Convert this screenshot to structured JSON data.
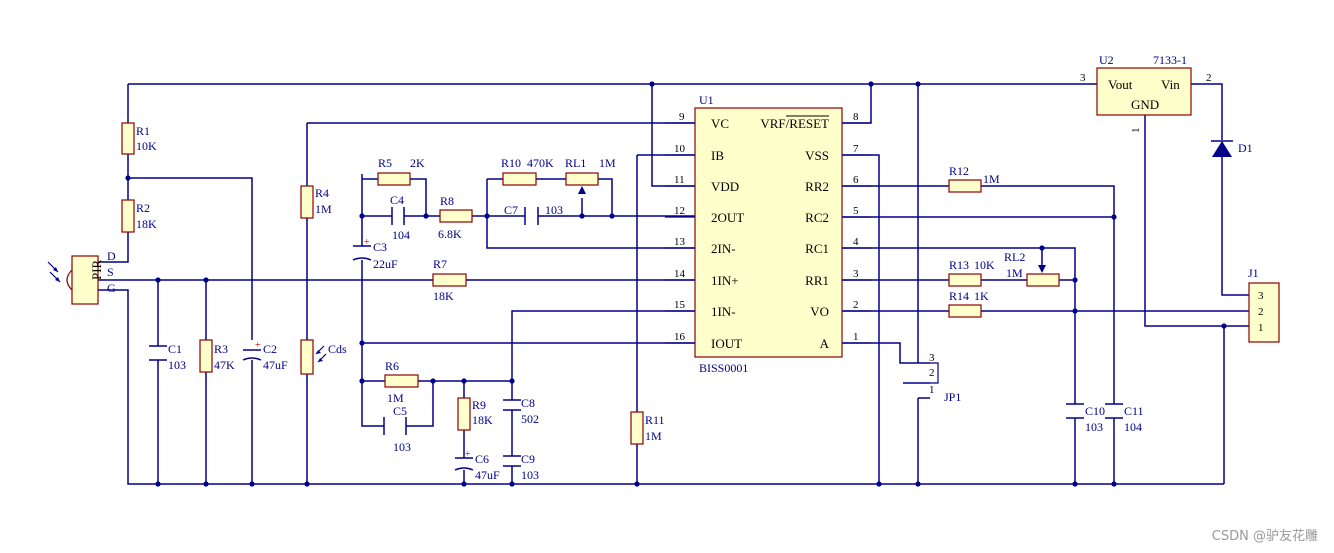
{
  "chip": {
    "ref": "U1",
    "part": "BISS0001",
    "left_pins": [
      {
        "num": "9",
        "name": "VC"
      },
      {
        "num": "10",
        "name": "IB"
      },
      {
        "num": "11",
        "name": "VDD"
      },
      {
        "num": "12",
        "name": "2OUT"
      },
      {
        "num": "13",
        "name": "2IN-"
      },
      {
        "num": "14",
        "name": "1IN+"
      },
      {
        "num": "15",
        "name": "1IN-"
      },
      {
        "num": "16",
        "name": "IOUT"
      }
    ],
    "right_pins": [
      {
        "num": "8",
        "name": "VRF/RESET"
      },
      {
        "num": "7",
        "name": "VSS"
      },
      {
        "num": "6",
        "name": "RR2"
      },
      {
        "num": "5",
        "name": "RC2"
      },
      {
        "num": "4",
        "name": "RC1"
      },
      {
        "num": "3",
        "name": "RR1"
      },
      {
        "num": "2",
        "name": "VO"
      },
      {
        "num": "1",
        "name": "A"
      }
    ]
  },
  "regulator": {
    "ref": "U2",
    "part": "7133-1",
    "vout": "Vout",
    "vin": "Vin",
    "gnd": "GND",
    "pin_vout": "3",
    "pin_vin": "2",
    "pin_gnd": "1"
  },
  "connector": {
    "ref": "J1",
    "pins": [
      "3",
      "2",
      "1"
    ]
  },
  "jumper": {
    "ref": "JP1",
    "pins": [
      "3",
      "2",
      "1"
    ]
  },
  "diode": {
    "ref": "D1"
  },
  "pir": {
    "label": "PIR",
    "pins": [
      "D",
      "S",
      "G"
    ]
  },
  "components": [
    {
      "ref": "R1",
      "value": "10K"
    },
    {
      "ref": "R2",
      "value": "18K"
    },
    {
      "ref": "C1",
      "value": "103"
    },
    {
      "ref": "R3",
      "value": "47K"
    },
    {
      "ref": "C2",
      "value": "47uF"
    },
    {
      "ref": "R4",
      "value": "1M"
    },
    {
      "ref": "Cds",
      "value": ""
    },
    {
      "ref": "R5",
      "value": "2K"
    },
    {
      "ref": "C4",
      "value": "104"
    },
    {
      "ref": "C3",
      "value": "22uF"
    },
    {
      "ref": "R8",
      "value": "6.8K"
    },
    {
      "ref": "R10",
      "value": "470K"
    },
    {
      "ref": "RL1",
      "value": "1M"
    },
    {
      "ref": "C7",
      "value": "103"
    },
    {
      "ref": "R7",
      "value": "18K"
    },
    {
      "ref": "R6",
      "value": "1M"
    },
    {
      "ref": "C5",
      "value": "103"
    },
    {
      "ref": "R9",
      "value": "18K"
    },
    {
      "ref": "C6",
      "value": "47uF"
    },
    {
      "ref": "C8",
      "value": "502"
    },
    {
      "ref": "C9",
      "value": "103"
    },
    {
      "ref": "R11",
      "value": "1M"
    },
    {
      "ref": "R12",
      "value": "1M"
    },
    {
      "ref": "R13",
      "value": "10K"
    },
    {
      "ref": "RL2",
      "value": "1M"
    },
    {
      "ref": "R14",
      "value": "1K"
    },
    {
      "ref": "C10",
      "value": "103"
    },
    {
      "ref": "C11",
      "value": "104"
    }
  ],
  "polarity_mark": "+",
  "watermark": "CSDN @驴友花雕",
  "colors": {
    "wire": "#00008b",
    "body_fill": "#ffffcc",
    "body_stroke": "#8b0000",
    "polarity": "#cc0000"
  }
}
